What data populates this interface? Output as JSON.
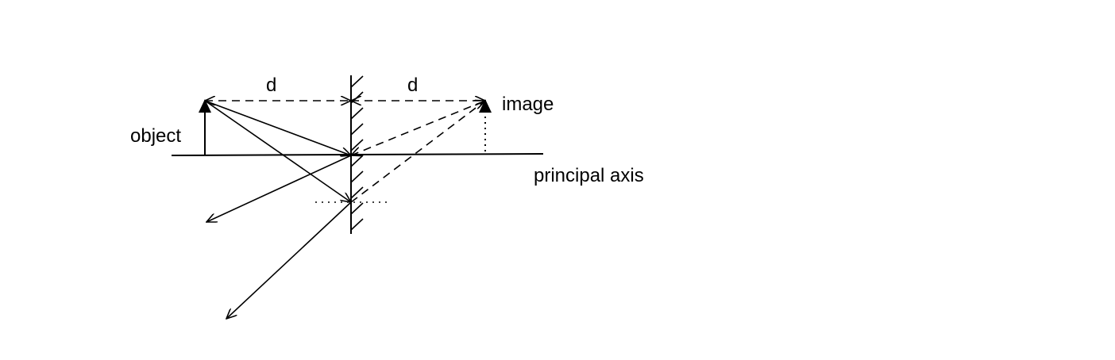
{
  "labels": {
    "distance_left": "d",
    "distance_right": "d",
    "object": "object",
    "image": "image",
    "axis": "principal axis"
  },
  "colors": {
    "stroke": "#000000",
    "background": "#ffffff"
  }
}
